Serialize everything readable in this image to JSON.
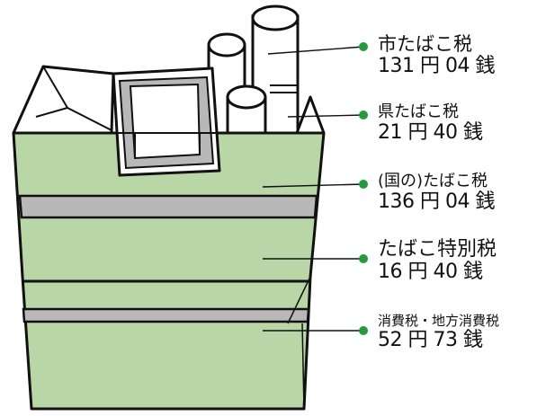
{
  "colors": {
    "box_fill": "#b9d6a6",
    "band_fill": "#b8b8b8",
    "outline": "#111111",
    "marker_green": "#1e9d3c"
  },
  "taxes": [
    {
      "name": "市たばこ税",
      "amount": "131 円 04 銭"
    },
    {
      "name": "県たばこ税",
      "amount": "21 円 40 銭"
    },
    {
      "name": "(国の)たばこ税",
      "amount": "136 円 04 銭"
    },
    {
      "name": "たばこ特別税",
      "amount": "16 円 40 銭"
    },
    {
      "name": "消費税・地方消費税",
      "amount": "52 円 73 銭"
    }
  ]
}
